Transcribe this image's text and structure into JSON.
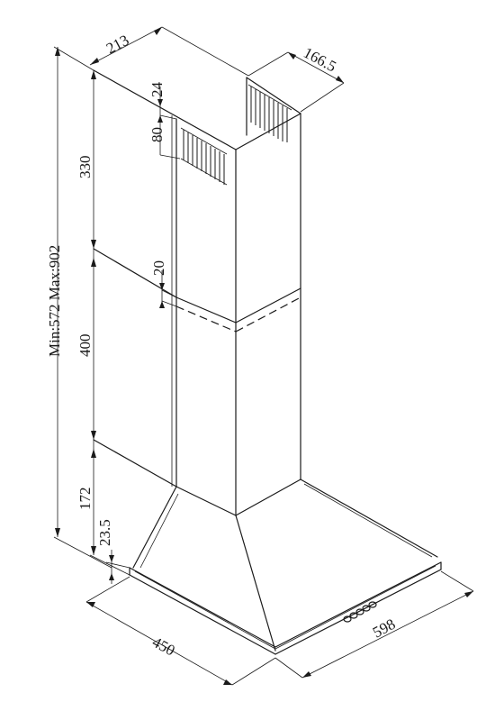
{
  "dimensions": {
    "top_depth": "213",
    "flue_width": "166.5",
    "vent_offset": "24",
    "vent_height": "80",
    "upper_chimney": "330",
    "overlap": "20",
    "lower_chimney": "400",
    "canopy_height": "172",
    "base_thickness": "23.5",
    "total_range": "Min:572 Max:902",
    "depth": "450",
    "width": "598"
  }
}
